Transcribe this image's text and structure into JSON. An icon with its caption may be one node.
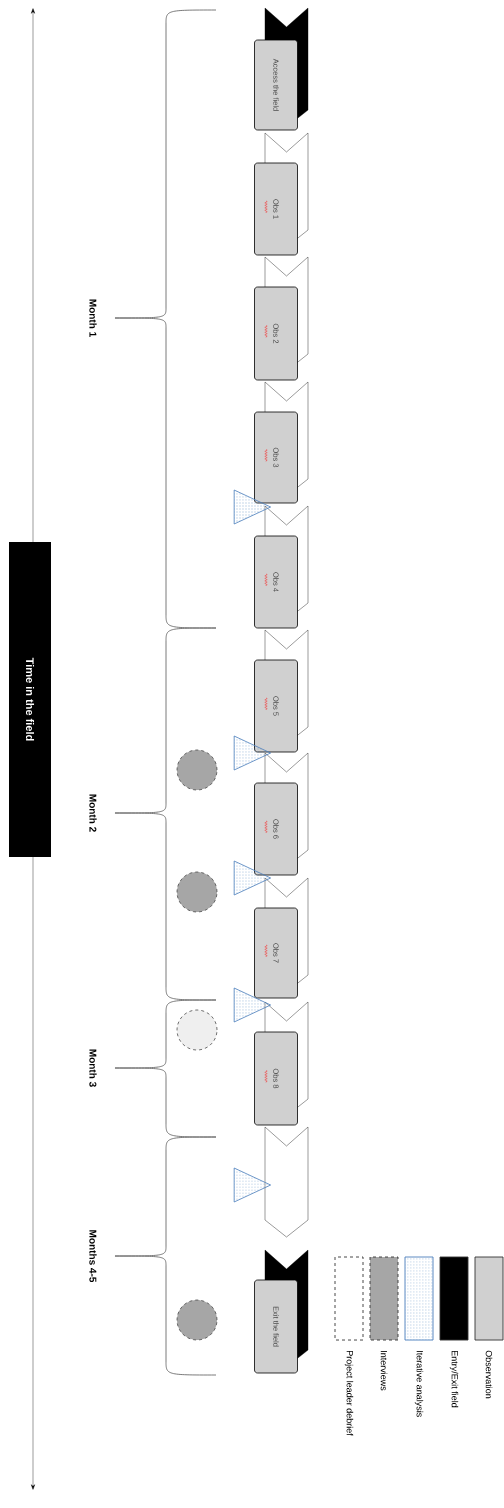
{
  "diagram": {
    "nodes": [
      {
        "text": [
          "Time in the field"
        ]
      },
      {
        "text": [
          "Access the field"
        ]
      },
      {
        "text": [
          "Obs 1"
        ]
      },
      {
        "text": [
          "Obs 2"
        ]
      },
      {
        "text": [
          "Obs 3"
        ]
      },
      {
        "text": [
          "Obs 4"
        ]
      },
      {
        "text": [
          "Obs 5"
        ]
      },
      {
        "text": [
          "Obs 6"
        ]
      },
      {
        "text": [
          "Obs 7"
        ]
      },
      {
        "text": [
          "Obs 8"
        ]
      },
      {
        "text": [],
        "shape": "chevron"
      },
      {
        "text": [
          "Exit the field"
        ]
      },
      {
        "text": [],
        "shape": "triangle"
      },
      {
        "text": [],
        "shape": "triangle"
      },
      {
        "text": [],
        "shape": "triangle"
      },
      {
        "text": [],
        "shape": "triangle"
      },
      {
        "text": [],
        "shape": "triangle"
      },
      {
        "text": [],
        "shape": "circle"
      },
      {
        "text": [],
        "shape": "circle"
      },
      {
        "text": [],
        "shape": "circle"
      },
      {
        "text": [],
        "shape": "circle"
      }
    ],
    "labels": [
      "Month 1",
      "Month 2",
      "Month 3",
      "Months 4-5"
    ],
    "legend": [
      {
        "text": "Observation",
        "color": "#d0d0d0"
      },
      {
        "text": "Entry/Exit field",
        "color": "#000000"
      },
      {
        "text": "Iterative analysis"
      },
      {
        "text": "Interviews",
        "color": "#a6a6a6"
      },
      {
        "text": "Project leader debrief"
      }
    ]
  }
}
